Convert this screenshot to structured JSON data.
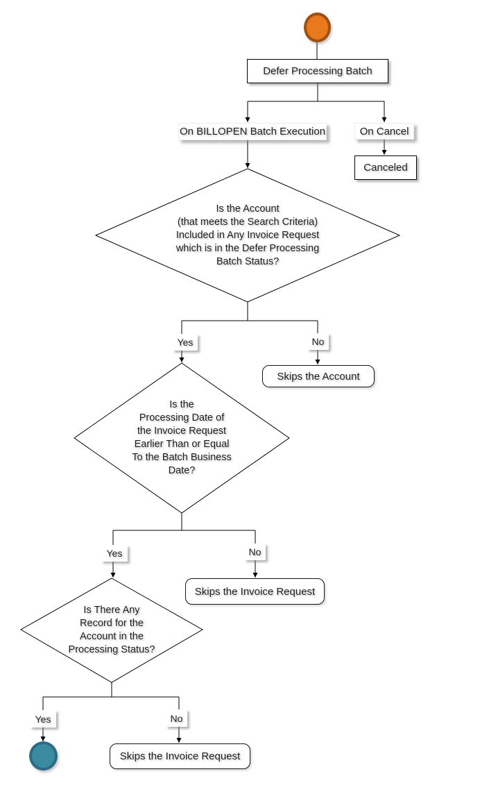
{
  "diagram": {
    "start": {
      "fill": "#E8791C",
      "border": "#9D500F"
    },
    "end": {
      "fill": "#3A8AA0",
      "border": "#2E6A85"
    },
    "labels": {
      "yes": "Yes",
      "no": "No"
    },
    "activities": {
      "defer_batch": "Defer Processing Batch",
      "on_billopen": "On BILLOPEN Batch Execution",
      "on_cancel": "On Cancel",
      "canceled": "Canceled",
      "skips_account": "Skips the Account",
      "skips_invoice_request_1": "Skips the Invoice Request",
      "skips_invoice_request_2": "Skips the Invoice Request"
    },
    "decision1": {
      "lines": [
        "Is the Account",
        "(that meets the Search Criteria)",
        "Included in Any Invoice Request",
        "which is in the Defer Processing",
        "Batch Status?"
      ]
    },
    "decision2": {
      "lines": [
        "Is the",
        "Processing Date of",
        "the Invoice Request",
        "Earlier Than or Equal",
        "To the Batch Business",
        "Date?"
      ]
    },
    "decision3": {
      "lines": [
        "Is There Any",
        "Record for the",
        "Account in the",
        "Processing Status?"
      ]
    }
  }
}
